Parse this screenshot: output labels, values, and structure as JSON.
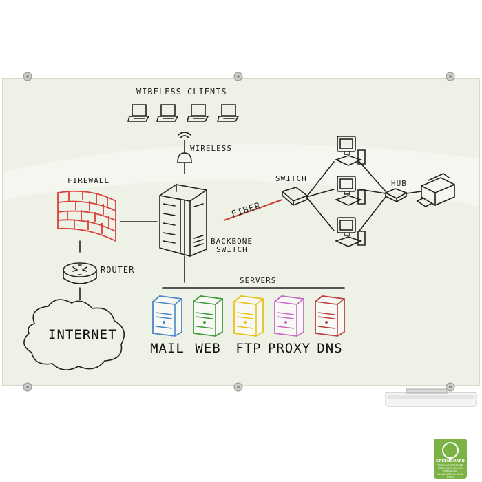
{
  "labels": {
    "wireless_clients": "WIRELESS CLIENTS",
    "wireless": "WIRELESS",
    "firewall": "FIREWALL",
    "router": "ROUTER",
    "internet": "INTERNET",
    "backbone": "BACKBONE",
    "switch_sub": "SWITCH",
    "fiber": "FIBER",
    "switch": "SWITCH",
    "hub": "HUB",
    "servers": "SERVERS"
  },
  "servers": [
    {
      "label": "MAIL",
      "color": "#4a86c8"
    },
    {
      "label": "WEB",
      "color": "#3f9a3a"
    },
    {
      "label": "FTP",
      "color": "#e8c21a"
    },
    {
      "label": "PROXY",
      "color": "#c66bc6"
    },
    {
      "label": "DNS",
      "color": "#b8413f"
    }
  ],
  "colors": {
    "board": "#eef1e6",
    "frame": "#d3d8cd",
    "firewall": "#d8403b",
    "fiber": "#c8403a",
    "badge": "#7bb244"
  },
  "badge": {
    "name": "GREENGUARD",
    "sub": "PRODUCT CERTIFIED FOR LOW CHEMICAL EMISSIONS",
    "foot": "UL.COM/GG  UL 2818",
    "gold": "GOLD"
  }
}
